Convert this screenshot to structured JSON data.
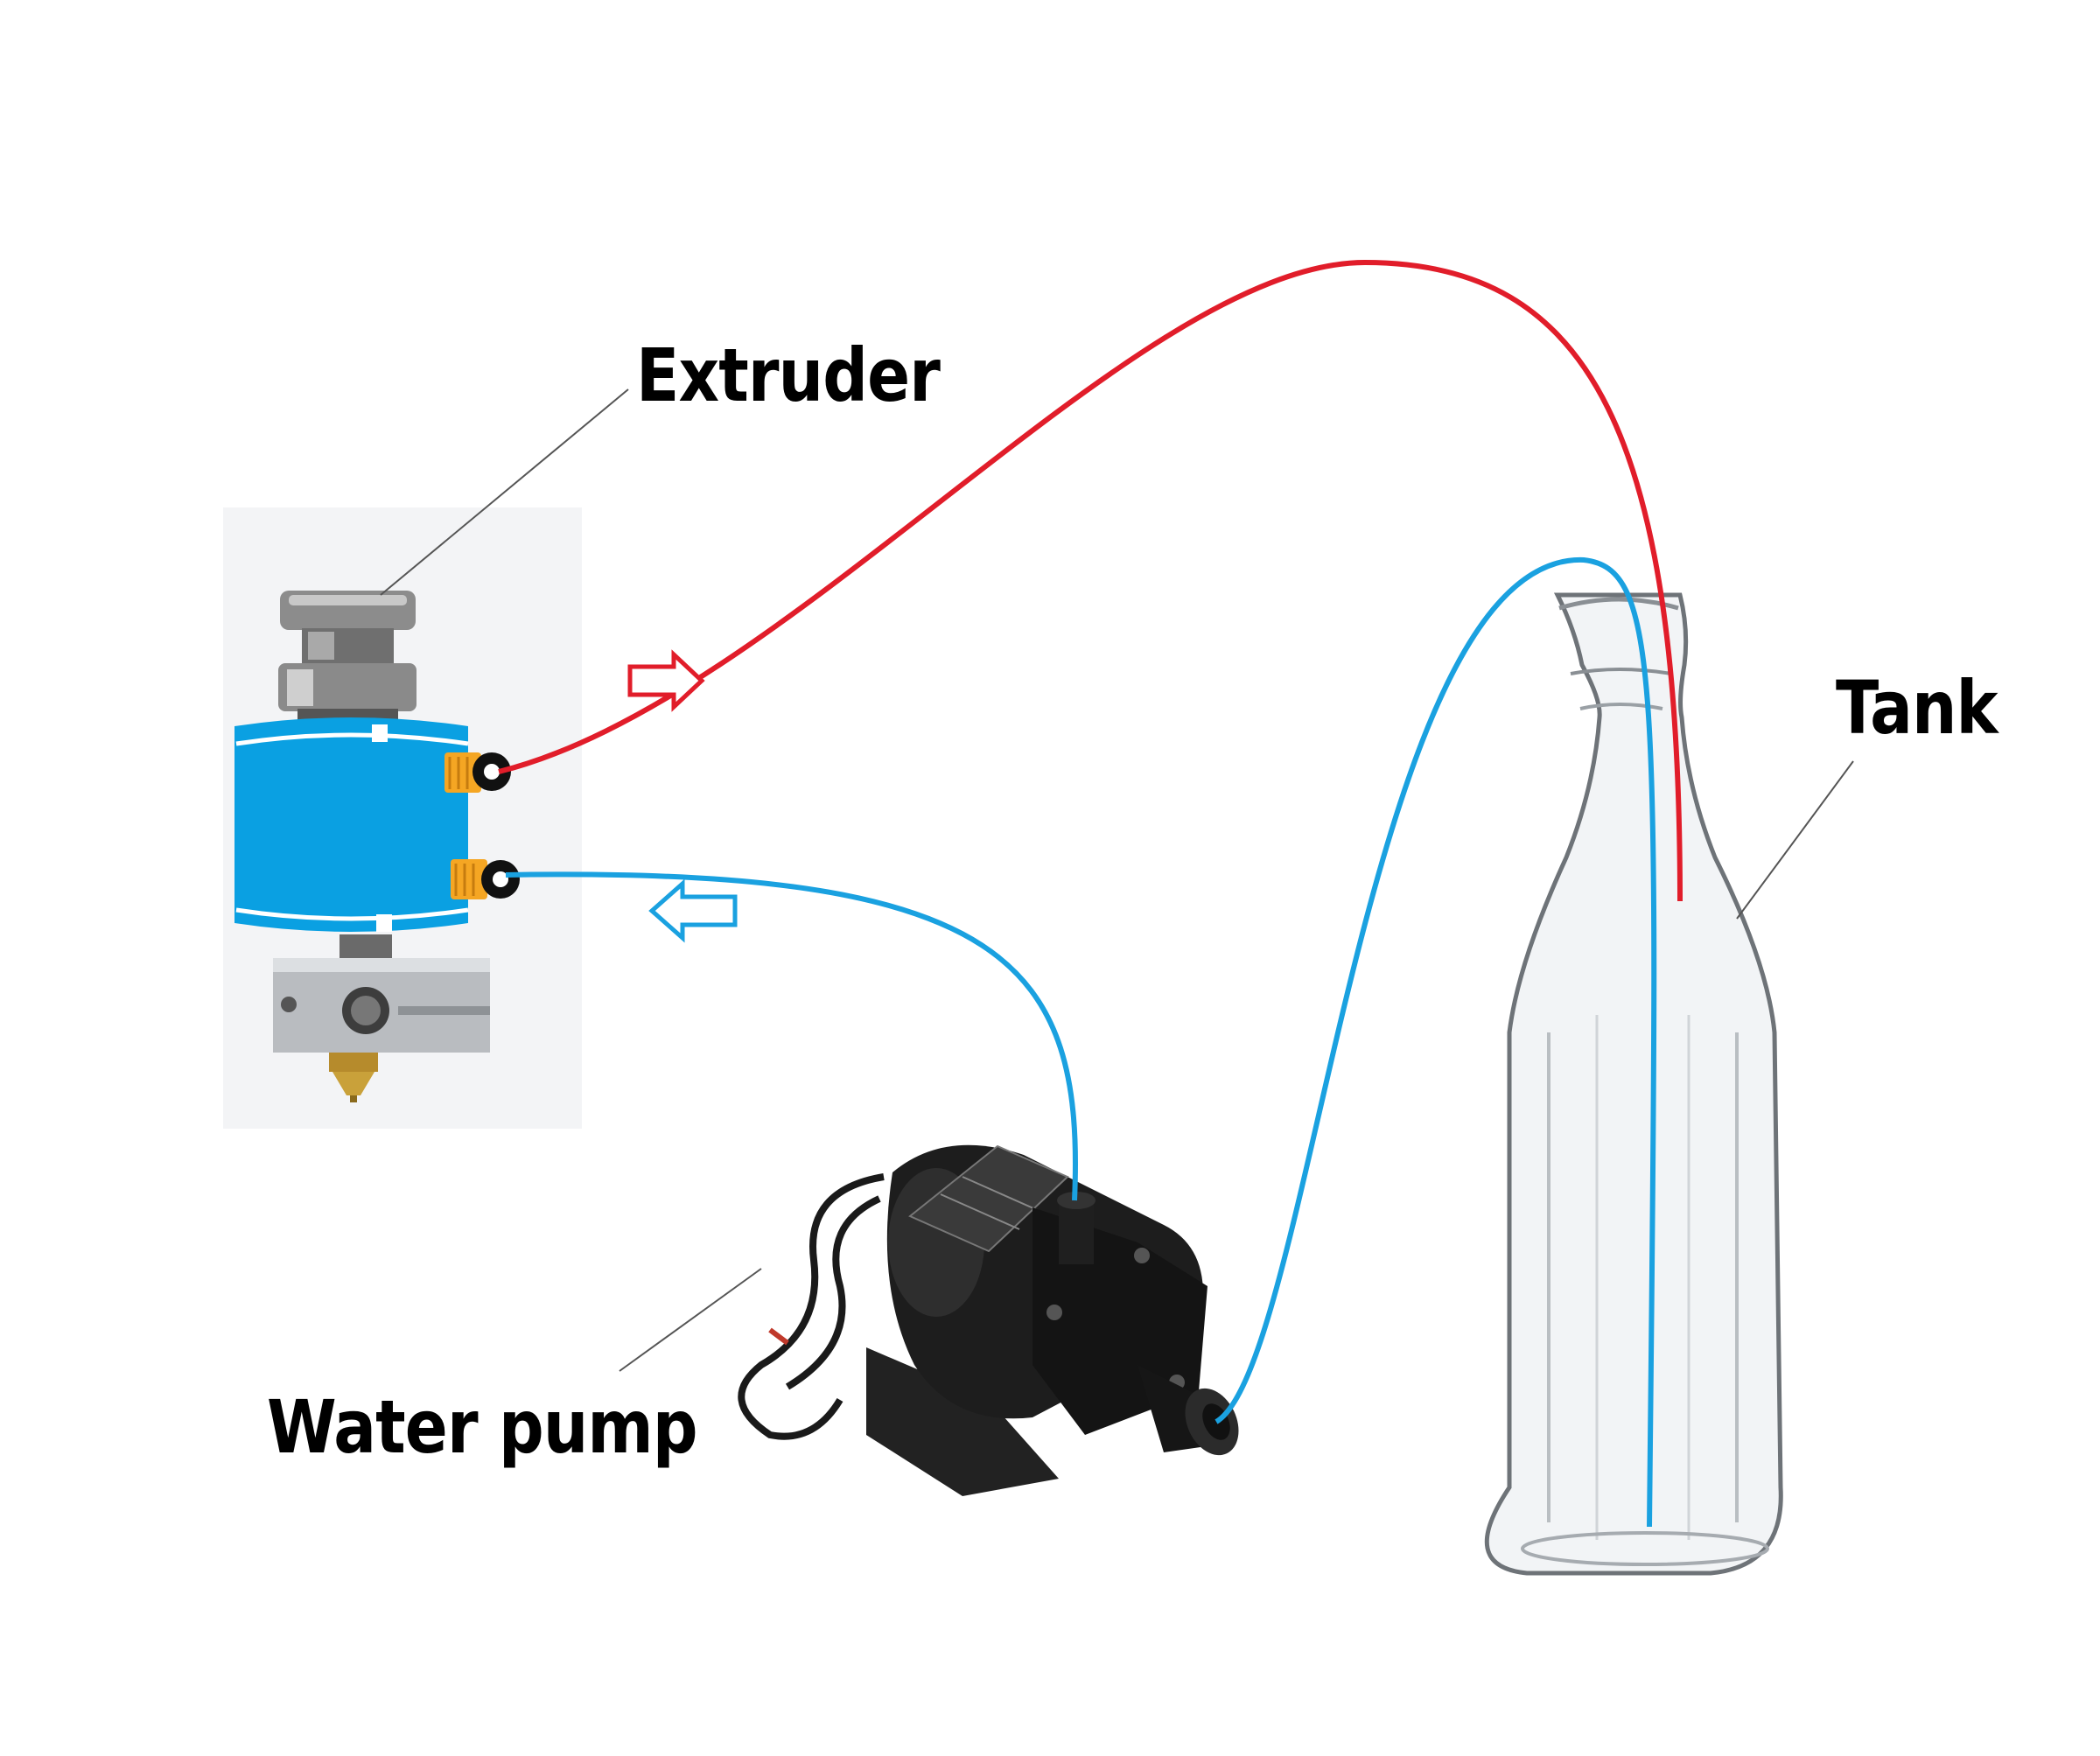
{
  "labels": {
    "extruder": "Extruder",
    "tank": "Tank",
    "water_pump": "Water pump"
  },
  "colors": {
    "hot_line": "#e11d2a",
    "cold_line": "#1aa1e0",
    "water_block": "#0aa0e2",
    "fitting": "#f5a623",
    "leader_line": "#555555"
  }
}
